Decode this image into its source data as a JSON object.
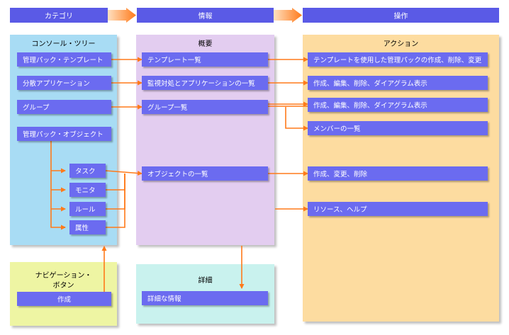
{
  "header": {
    "category": "カテゴリ",
    "info": "情報",
    "operation": "操作"
  },
  "console_tree": {
    "title": "コンソール・ツリー",
    "items": [
      "管理パック・テンプレート",
      "分散アプリケーション",
      "グループ",
      "管理パック・オブジェクト"
    ],
    "sub_items": [
      "タスク",
      "モニタ",
      "ルール",
      "属性"
    ]
  },
  "navigation": {
    "title_line1": "ナビゲーション・",
    "title_line2": "ボタン",
    "create": "作成"
  },
  "overview": {
    "title": "概要",
    "items": [
      "テンプレート一覧",
      "監視対処とアプリケーションの一覧",
      "グループ一覧",
      "オブジェクトの一覧"
    ]
  },
  "details": {
    "title": "詳細",
    "item": "詳細な情報"
  },
  "actions": {
    "title": "アクション",
    "items": [
      "テンプレートを使用した管理パックの作成、削除、変更",
      "作成、編集、削除、ダイアグラム表示",
      "作成、編集、削除、ダイアグラム表示",
      "メンバーの一覧",
      "作成、変更、削除",
      "リソース、ヘルプ"
    ]
  },
  "colors": {
    "header": "#5a5ae6",
    "box": "#6b6bf0",
    "arrow": "#ff7a1a",
    "console_panel": "#a8dcf4",
    "overview_panel": "#e3cdf0",
    "actions_panel": "#fddca0",
    "navigation_panel": "#eef5a3",
    "details_panel": "#c9f2ee"
  }
}
